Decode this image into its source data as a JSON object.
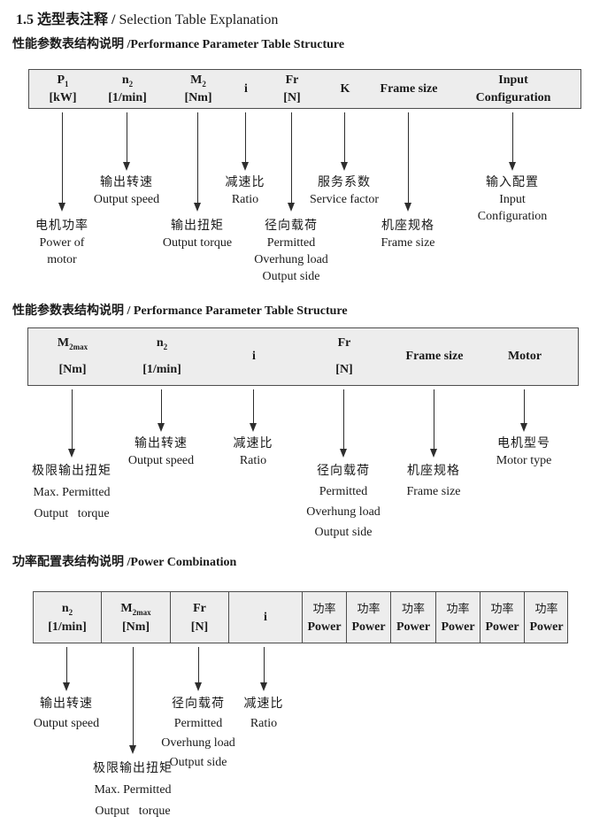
{
  "page": {
    "title_zh": "1.5 选型表注释 /",
    "title_en": "Selection Table Explanation"
  },
  "colors": {
    "table_bg": "#ededed",
    "table_border": "#4d4d4d",
    "text": "#1a1a1a"
  },
  "section1": {
    "heading_zh": "性能参数表结构说明",
    "heading_en": "/Performance Parameter Table Structure",
    "table": {
      "p1": {
        "base": "P",
        "sub": "1",
        "unit": "[kW]"
      },
      "n2": {
        "base": "n",
        "sub": "2",
        "unit": "[1/min]"
      },
      "m2": {
        "base": "M",
        "sub": "2",
        "unit": "[Nm]"
      },
      "i": {
        "base": "i"
      },
      "fr": {
        "base": "Fr",
        "unit": "[N]"
      },
      "k": {
        "base": "K"
      },
      "frame": {
        "base": "Frame size"
      },
      "input": {
        "line1": "Input",
        "line2": "Configuration"
      }
    },
    "labels": {
      "power_of_motor": {
        "zh": "电机功率",
        "en1": "Power of",
        "en2": "motor"
      },
      "output_speed": {
        "zh": "输出转速",
        "en1": "Output speed"
      },
      "output_torque": {
        "zh": "输出扭矩",
        "en1": "Output torque"
      },
      "ratio": {
        "zh": "减速比",
        "en1": "Ratio"
      },
      "overhung_load": {
        "zh": "径向载荷",
        "en1": "Permitted",
        "en2": "Overhung load",
        "en3": "Output side"
      },
      "service_factor": {
        "zh": "服务系数",
        "en1": "Service factor"
      },
      "frame_size": {
        "zh": "机座规格",
        "en1": "Frame size"
      },
      "input_config": {
        "zh": "输入配置",
        "en1": "Input",
        "en2": "Configuration"
      }
    }
  },
  "section2": {
    "heading_zh": "性能参数表结构说明",
    "heading_en": "/ Performance Parameter Table Structure",
    "table": {
      "m2max": {
        "base": "M",
        "sub": "2max",
        "unit": "[Nm]"
      },
      "n2": {
        "base": "n",
        "sub": "2",
        "unit": "[1/min]"
      },
      "i": {
        "base": "i"
      },
      "fr": {
        "base": "Fr",
        "unit": "[N]"
      },
      "frame": {
        "base": "Frame size"
      },
      "motor": {
        "base": "Motor"
      }
    },
    "labels": {
      "max_torque": {
        "zh": "极限输出扭矩",
        "en1": "Max. Permitted",
        "en2": "Output   torque"
      },
      "output_speed": {
        "zh": "输出转速",
        "en1": "Output speed"
      },
      "ratio": {
        "zh": "减速比",
        "en1": "Ratio"
      },
      "overhung_load": {
        "zh": "径向载荷",
        "en1": "Permitted",
        "en2": "Overhung load",
        "en3": "Output side"
      },
      "frame_size": {
        "zh": "机座规格",
        "en1": "Frame size"
      },
      "motor_type": {
        "zh": "电机型号",
        "en1": "Motor type"
      }
    }
  },
  "section3": {
    "heading_zh": "功率配置表结构说明",
    "heading_en": "/Power Combination",
    "table": {
      "n2": {
        "base": "n",
        "sub": "2",
        "unit": "[1/min]"
      },
      "m2max": {
        "base": "M",
        "sub": "2max",
        "unit": "[Nm]"
      },
      "fr": {
        "base": "Fr",
        "unit": "[N]"
      },
      "i": {
        "base": "i"
      },
      "power_zh": "功率",
      "power_en": "Power",
      "power_columns": 6
    },
    "labels": {
      "output_speed": {
        "zh": "输出转速",
        "en1": "Output speed"
      },
      "max_torque": {
        "zh": "极限输出扭矩",
        "en1": "Max. Permitted",
        "en2": "Output   torque"
      },
      "overhung_load": {
        "zh": "径向载荷",
        "en1": "Permitted",
        "en2": "Overhung load",
        "en3": "Output side"
      },
      "ratio": {
        "zh": "减速比",
        "en1": "Ratio"
      }
    }
  }
}
